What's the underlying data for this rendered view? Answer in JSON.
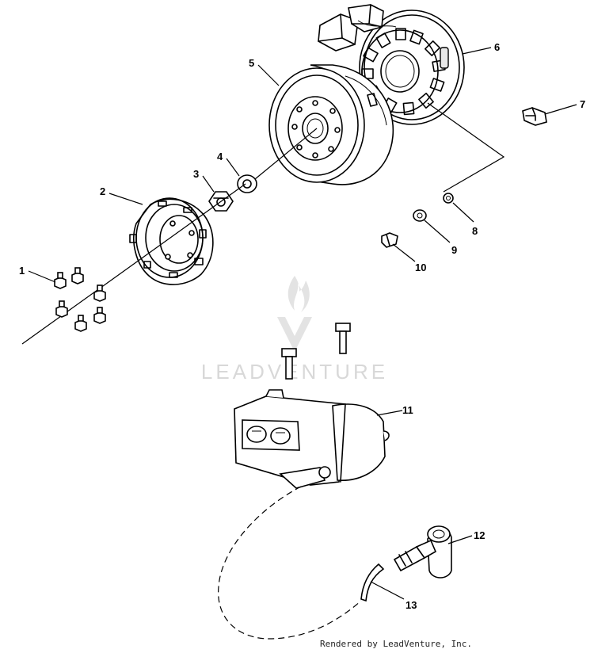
{
  "callouts": {
    "c1": "1",
    "c2": "2",
    "c3": "3",
    "c4": "4",
    "c5": "5",
    "c6": "6",
    "c7": "7",
    "c8": "8",
    "c9": "9",
    "c10": "10",
    "c11": "11",
    "c12": "12",
    "c13": "13"
  },
  "watermark": "LEADVENTURE",
  "footer": "Rendered by LeadVenture, Inc.",
  "colors": {
    "line": "#000000",
    "watermark": "#d8d8d8",
    "background": "#ffffff"
  }
}
